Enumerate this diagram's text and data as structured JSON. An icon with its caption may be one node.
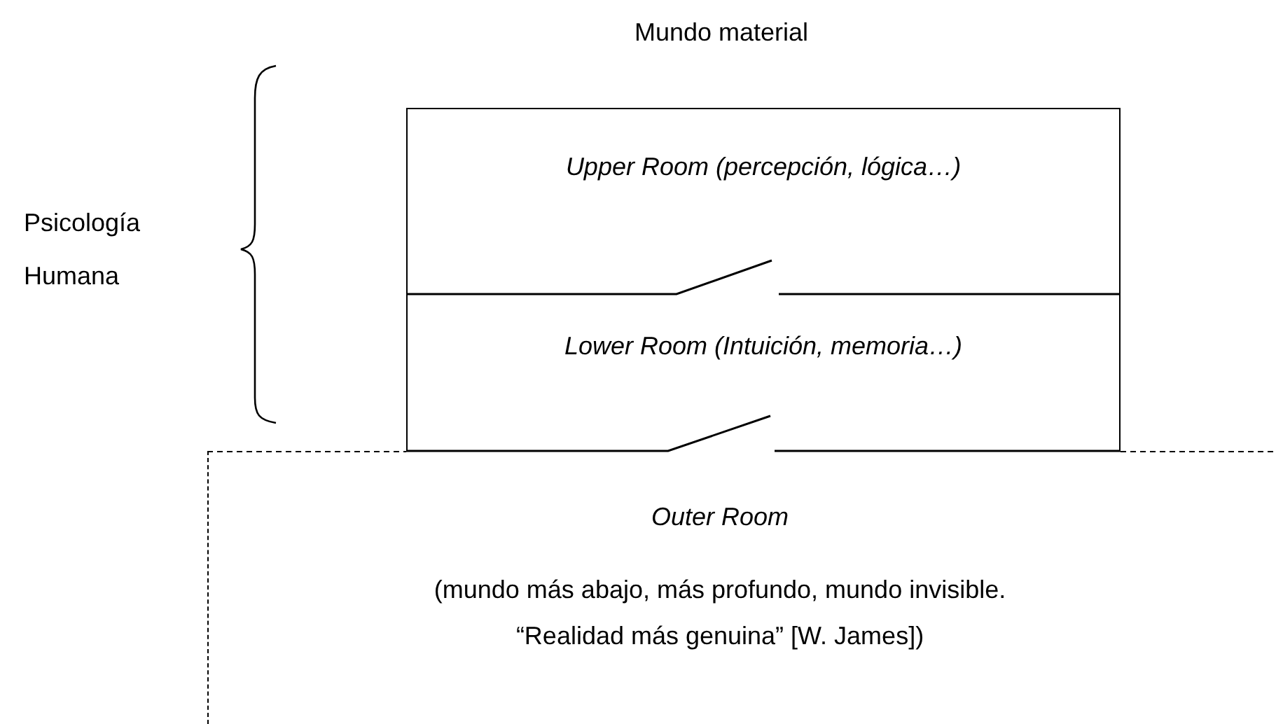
{
  "diagram": {
    "nodes": [
      {
        "text": [
          "Upper Room (percepción, lógica…)"
        ]
      },
      {
        "text": [
          "Lower Room (Intuición, memoria…)"
        ]
      },
      {
        "text": [
          "Outer Room",
          "(mundo más abajo, más profundo, mundo invisible. “Realidad más genuina” [W. James])"
        ]
      }
    ],
    "labels": [
      "Mundo material",
      "Psicología Humana"
    ]
  }
}
